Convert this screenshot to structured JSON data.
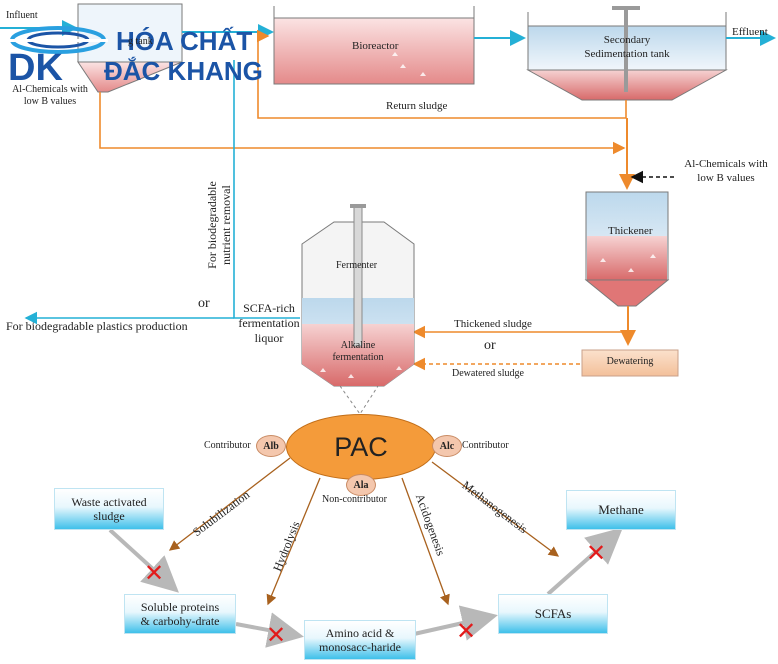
{
  "brand": {
    "name_line1": "HÓA CHẤT",
    "name_line2": "ĐẮC KHANG",
    "mark_letters": "DK"
  },
  "top_process": {
    "influent": "Influent",
    "primary_tank_partial": "g tank",
    "al_chemicals_low_b_left": "Al-Chemicals with low B values",
    "bioreactor": "Bioreactor",
    "secondary_tank_line1": "Secondary",
    "secondary_tank_line2": "Sedimentation tank",
    "effluent": "Effluent",
    "return_sludge": "Return sludge",
    "al_chemicals_low_b_right_line1": "Al-Chemicals with",
    "al_chemicals_low_b_right_line2": "low B values",
    "thickener": "Thickener"
  },
  "fermentation": {
    "nutrient_removal_line1": "For biodegradable",
    "nutrient_removal_line2": "nutrient removal",
    "or_left": "or",
    "plastics": "For biodegradable plastics production",
    "scfa_liquor_line1": "SCFA-rich",
    "scfa_liquor_line2": "fermentation",
    "scfa_liquor_line3": "liquor",
    "fermenter": "Fermenter",
    "alkaline_line1": "Alkaline",
    "alkaline_line2": "fermentation",
    "thickened_sludge": "Thickened sludge",
    "or_right": "or",
    "dewatering": "Dewatering",
    "dewatered_sludge": "Dewatered sludge"
  },
  "pac": {
    "label": "PAC",
    "alb": "Alb",
    "alb_role": "Contributor",
    "alc": "Alc",
    "alc_role": "Contributor",
    "ala": "Ala",
    "ala_role": "Non-contributor"
  },
  "pathway": {
    "waste_sludge_line1": "Waste activated",
    "waste_sludge_line2": "sludge",
    "soluble_line1": "Soluble proteins",
    "soluble_line2": "& carbohy-drate",
    "amino_line1": "Amino acid &",
    "amino_line2": "monosacc-haride",
    "scfas": "SCFAs",
    "methane": "Methane",
    "solubilization": "Solubilization",
    "hydrolysis": "Hydrolysis",
    "acidogenesis": "Acidogenesis",
    "methanogenesis": "Methanogenesis",
    "block_symbol": "✕"
  },
  "colors": {
    "orange_line": "#ee8a2c",
    "blue_line": "#24b0d6",
    "brown_arrow": "#a8611e",
    "pac_fill": "#f49b3a",
    "block_red": "#e21b1b",
    "logo_blue": "#1b54a6"
  }
}
